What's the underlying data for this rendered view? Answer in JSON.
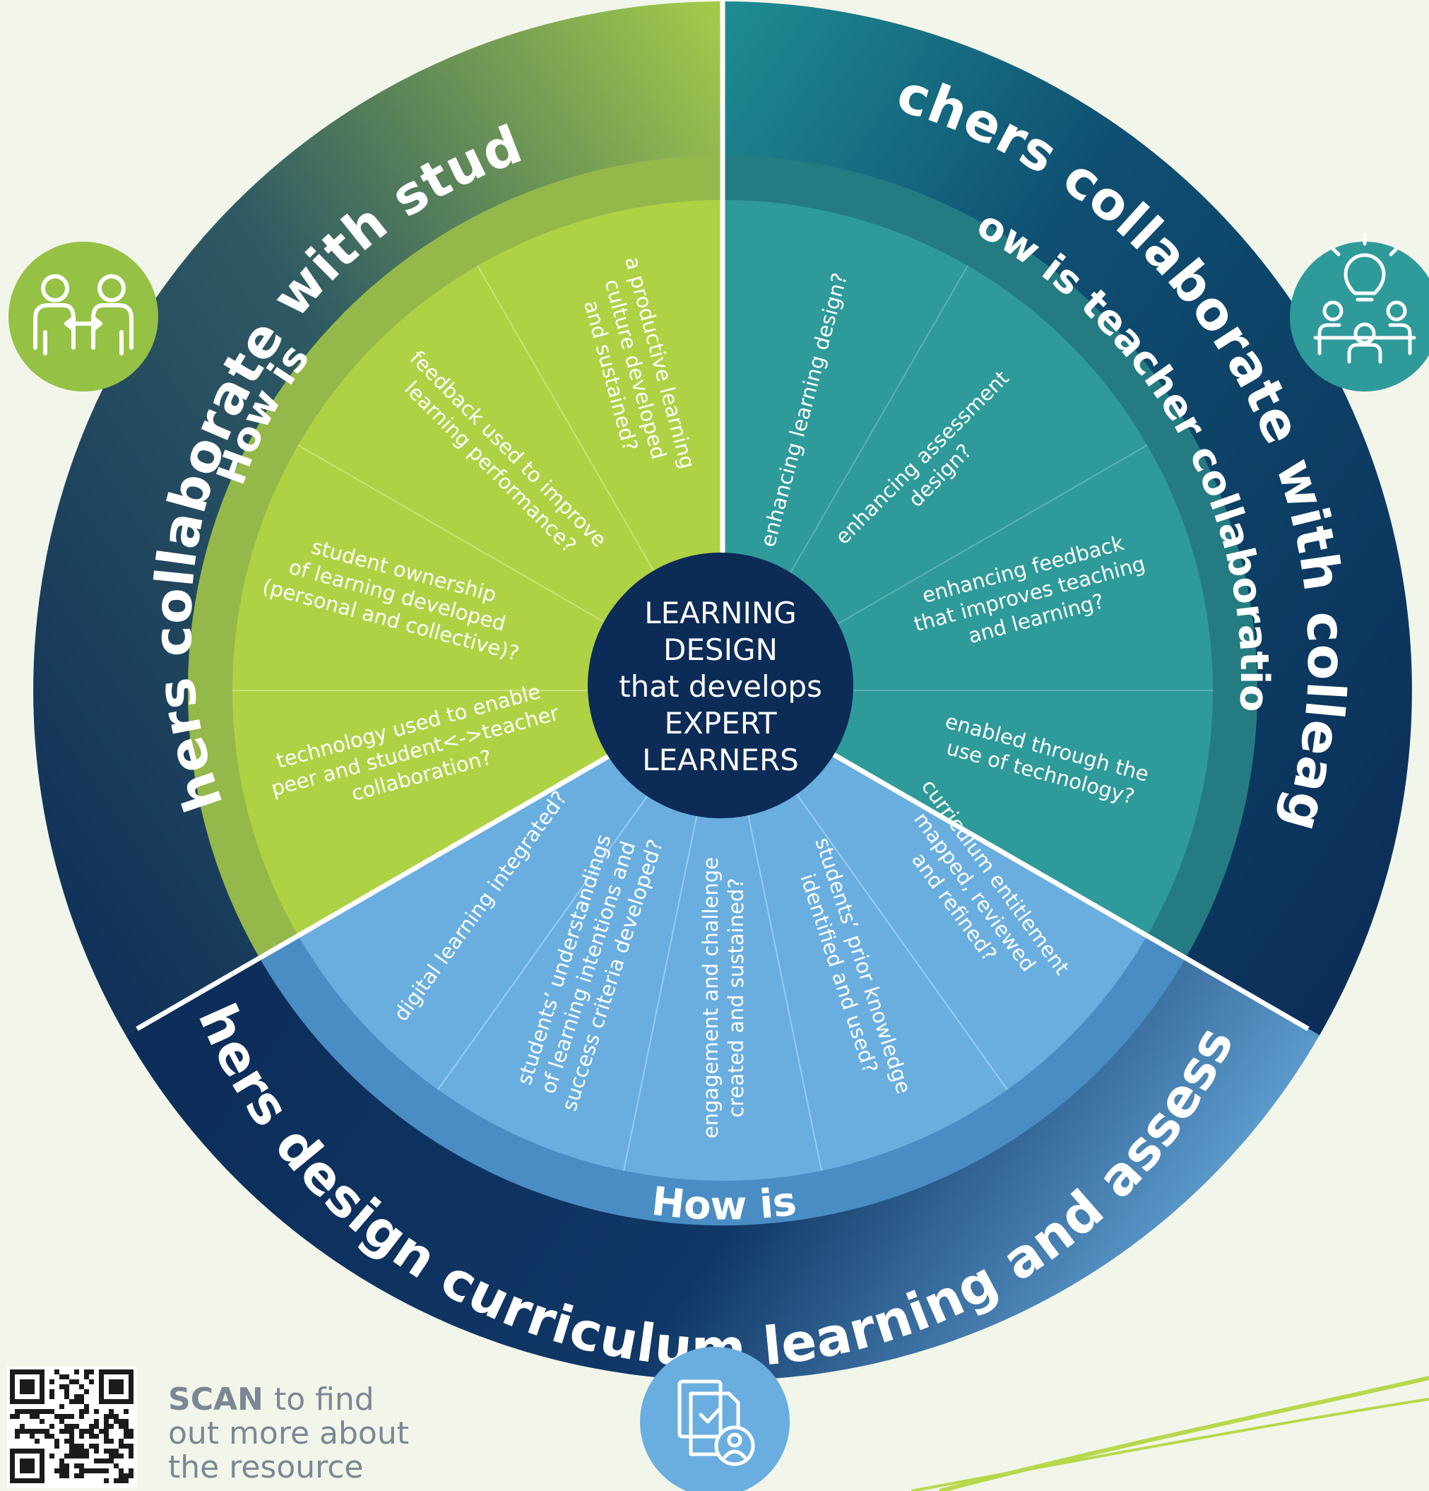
{
  "center": {
    "lines": [
      "LEARNING",
      "DESIGN",
      "that develops",
      "EXPERT",
      "LEARNERS"
    ]
  },
  "sections": {
    "students": {
      "title": "Teachers collaborate with students",
      "prefix": "How is",
      "questions": [
        [
          "a productive learning",
          "culture developed",
          "and sustained?"
        ],
        [
          "feedback used to improve",
          "learning performance?"
        ],
        [
          "student ownership",
          "of learning developed",
          "(personal and collective)?"
        ],
        [
          "technology used to enable",
          "peer and student<->teacher",
          "collaboration?"
        ]
      ],
      "icon": "collaborating-people-icon"
    },
    "colleagues": {
      "title": "Teachers collaborate with colleagues",
      "prefix": "How is teacher collaboration",
      "questions": [
        [
          "enhancing learning design?"
        ],
        [
          "enhancing assessment",
          "design?"
        ],
        [
          "enhancing feedback",
          "that improves teaching",
          "and learning?"
        ],
        [
          "enabled through the",
          "use of technology?"
        ]
      ],
      "icon": "team-idea-icon"
    },
    "curriculum": {
      "title": "Teachers design curriculum learning and assessment",
      "prefix": "How is",
      "questions": [
        [
          "digital learning integrated?"
        ],
        [
          "students’ understandings",
          "of learning intentions and",
          "success criteria developed?"
        ],
        [
          "engagement and challenge",
          "created and sustained?"
        ],
        [
          "students’ prior knowledge",
          "identified and used?"
        ],
        [
          "curriculum entitlement",
          "mapped, reviewed",
          "and refined?"
        ]
      ],
      "icon": "document-user-icon"
    }
  },
  "footer": {
    "scan_bold": "SCAN",
    "scan_rest": "to find",
    "line2": "out more about",
    "line3": "the resource"
  },
  "colors": {
    "green_light": "#aed244",
    "green_ring": "#95b84a",
    "teal_light": "#2f9a9a",
    "teal_ring": "#247c82",
    "blue_light": "#6aaee0",
    "blue_ring": "#4a8dc4",
    "navy": "#0c2b57"
  }
}
